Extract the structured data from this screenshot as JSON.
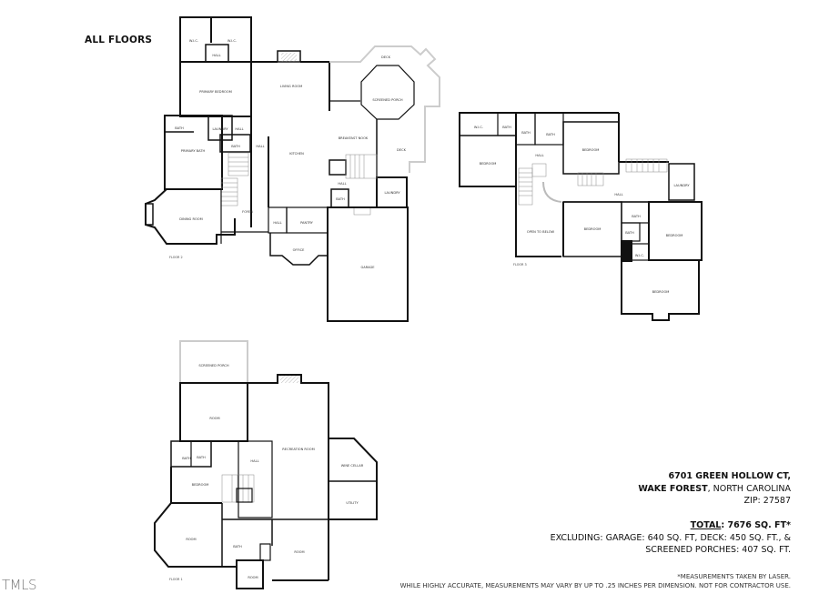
{
  "title": "ALL FLOORS",
  "floors": [
    {
      "name": "FLOOR 2",
      "rooms": {
        "wic_left": "W.I.C.",
        "wic_right": "W.I.C.",
        "hall_top": "HALL",
        "primary_bedroom": "PRIMARY BEDROOM",
        "living_room": "LIVING ROOM",
        "deck_top": "DECK",
        "screened_porch": "SCREENED PORCH",
        "bath_a": "BATH",
        "laundry_a": "LAUNDRY",
        "hall_a": "HALL",
        "primary_bath": "PRIMARY BATH",
        "bath_b": "BATH",
        "hall_b": "HALL",
        "kitchen": "KITCHEN",
        "breakfast_nook": "BREAKFAST NOOK",
        "deck_right": "DECK",
        "hall_c": "HALL",
        "bath_c": "BATH",
        "laundry_b": "LAUNDRY",
        "dining_room": "DINING ROOM",
        "foyer": "FOYER",
        "hall_d": "HALL",
        "pantry": "PANTRY",
        "office": "OFFICE",
        "garage": "GARAGE"
      }
    },
    {
      "name": "FLOOR 3",
      "rooms": {
        "wic": "W.I.C.",
        "bath_1": "BATH",
        "bath_2": "BATH",
        "bath_3": "BATH",
        "bedroom_nw": "BEDROOM",
        "bedroom_n": "BEDROOM",
        "hall_1": "HALL",
        "hall_2": "HALL",
        "laundry": "LAUNDRY",
        "open_to_below": "OPEN TO BELOW",
        "bedroom_c": "BEDROOM",
        "bath_4": "BATH",
        "bath_5": "BATH",
        "bedroom_e": "BEDROOM",
        "wic_2": "W.I.C.",
        "bedroom_s": "BEDROOM"
      }
    },
    {
      "name": "FLOOR 1",
      "rooms": {
        "screened_porch": "SCREENED PORCH",
        "room_n": "ROOM",
        "recreation_room": "RECREATION ROOM",
        "bath_1": "BATH",
        "bath_2": "BATH",
        "hall": "HALL",
        "wine_cellar": "WINE CELLAR",
        "bedroom": "BEDROOM",
        "utility": "UTILITY",
        "room_w": "ROOM",
        "bath_3": "BATH",
        "room_s": "ROOM",
        "room_small": "ROOM"
      }
    }
  ],
  "address": {
    "line1": "6701 GREEN HOLLOW CT,",
    "city": "WAKE FOREST",
    "state": ", NORTH CAROLINA",
    "zip": "ZIP: 27587"
  },
  "totals": {
    "label": "TOTAL",
    "value": ": 7676 SQ. FT*",
    "excluding": "EXCLUDING: GARAGE: 640 SQ. FT, DECK: 450 SQ. FT., &",
    "screened": "SCREENED PORCHES: 407 SQ. FT."
  },
  "notes": {
    "line1": "*MEASUREMENTS TAKEN BY LASER.",
    "line2": "WHILE HIGHLY ACCURATE, MEASUREMENTS MAY VARY BY UP TO .25 INCHES PER DIMENSION. NOT FOR CONTRACTOR USE."
  },
  "watermark": "TMLS"
}
